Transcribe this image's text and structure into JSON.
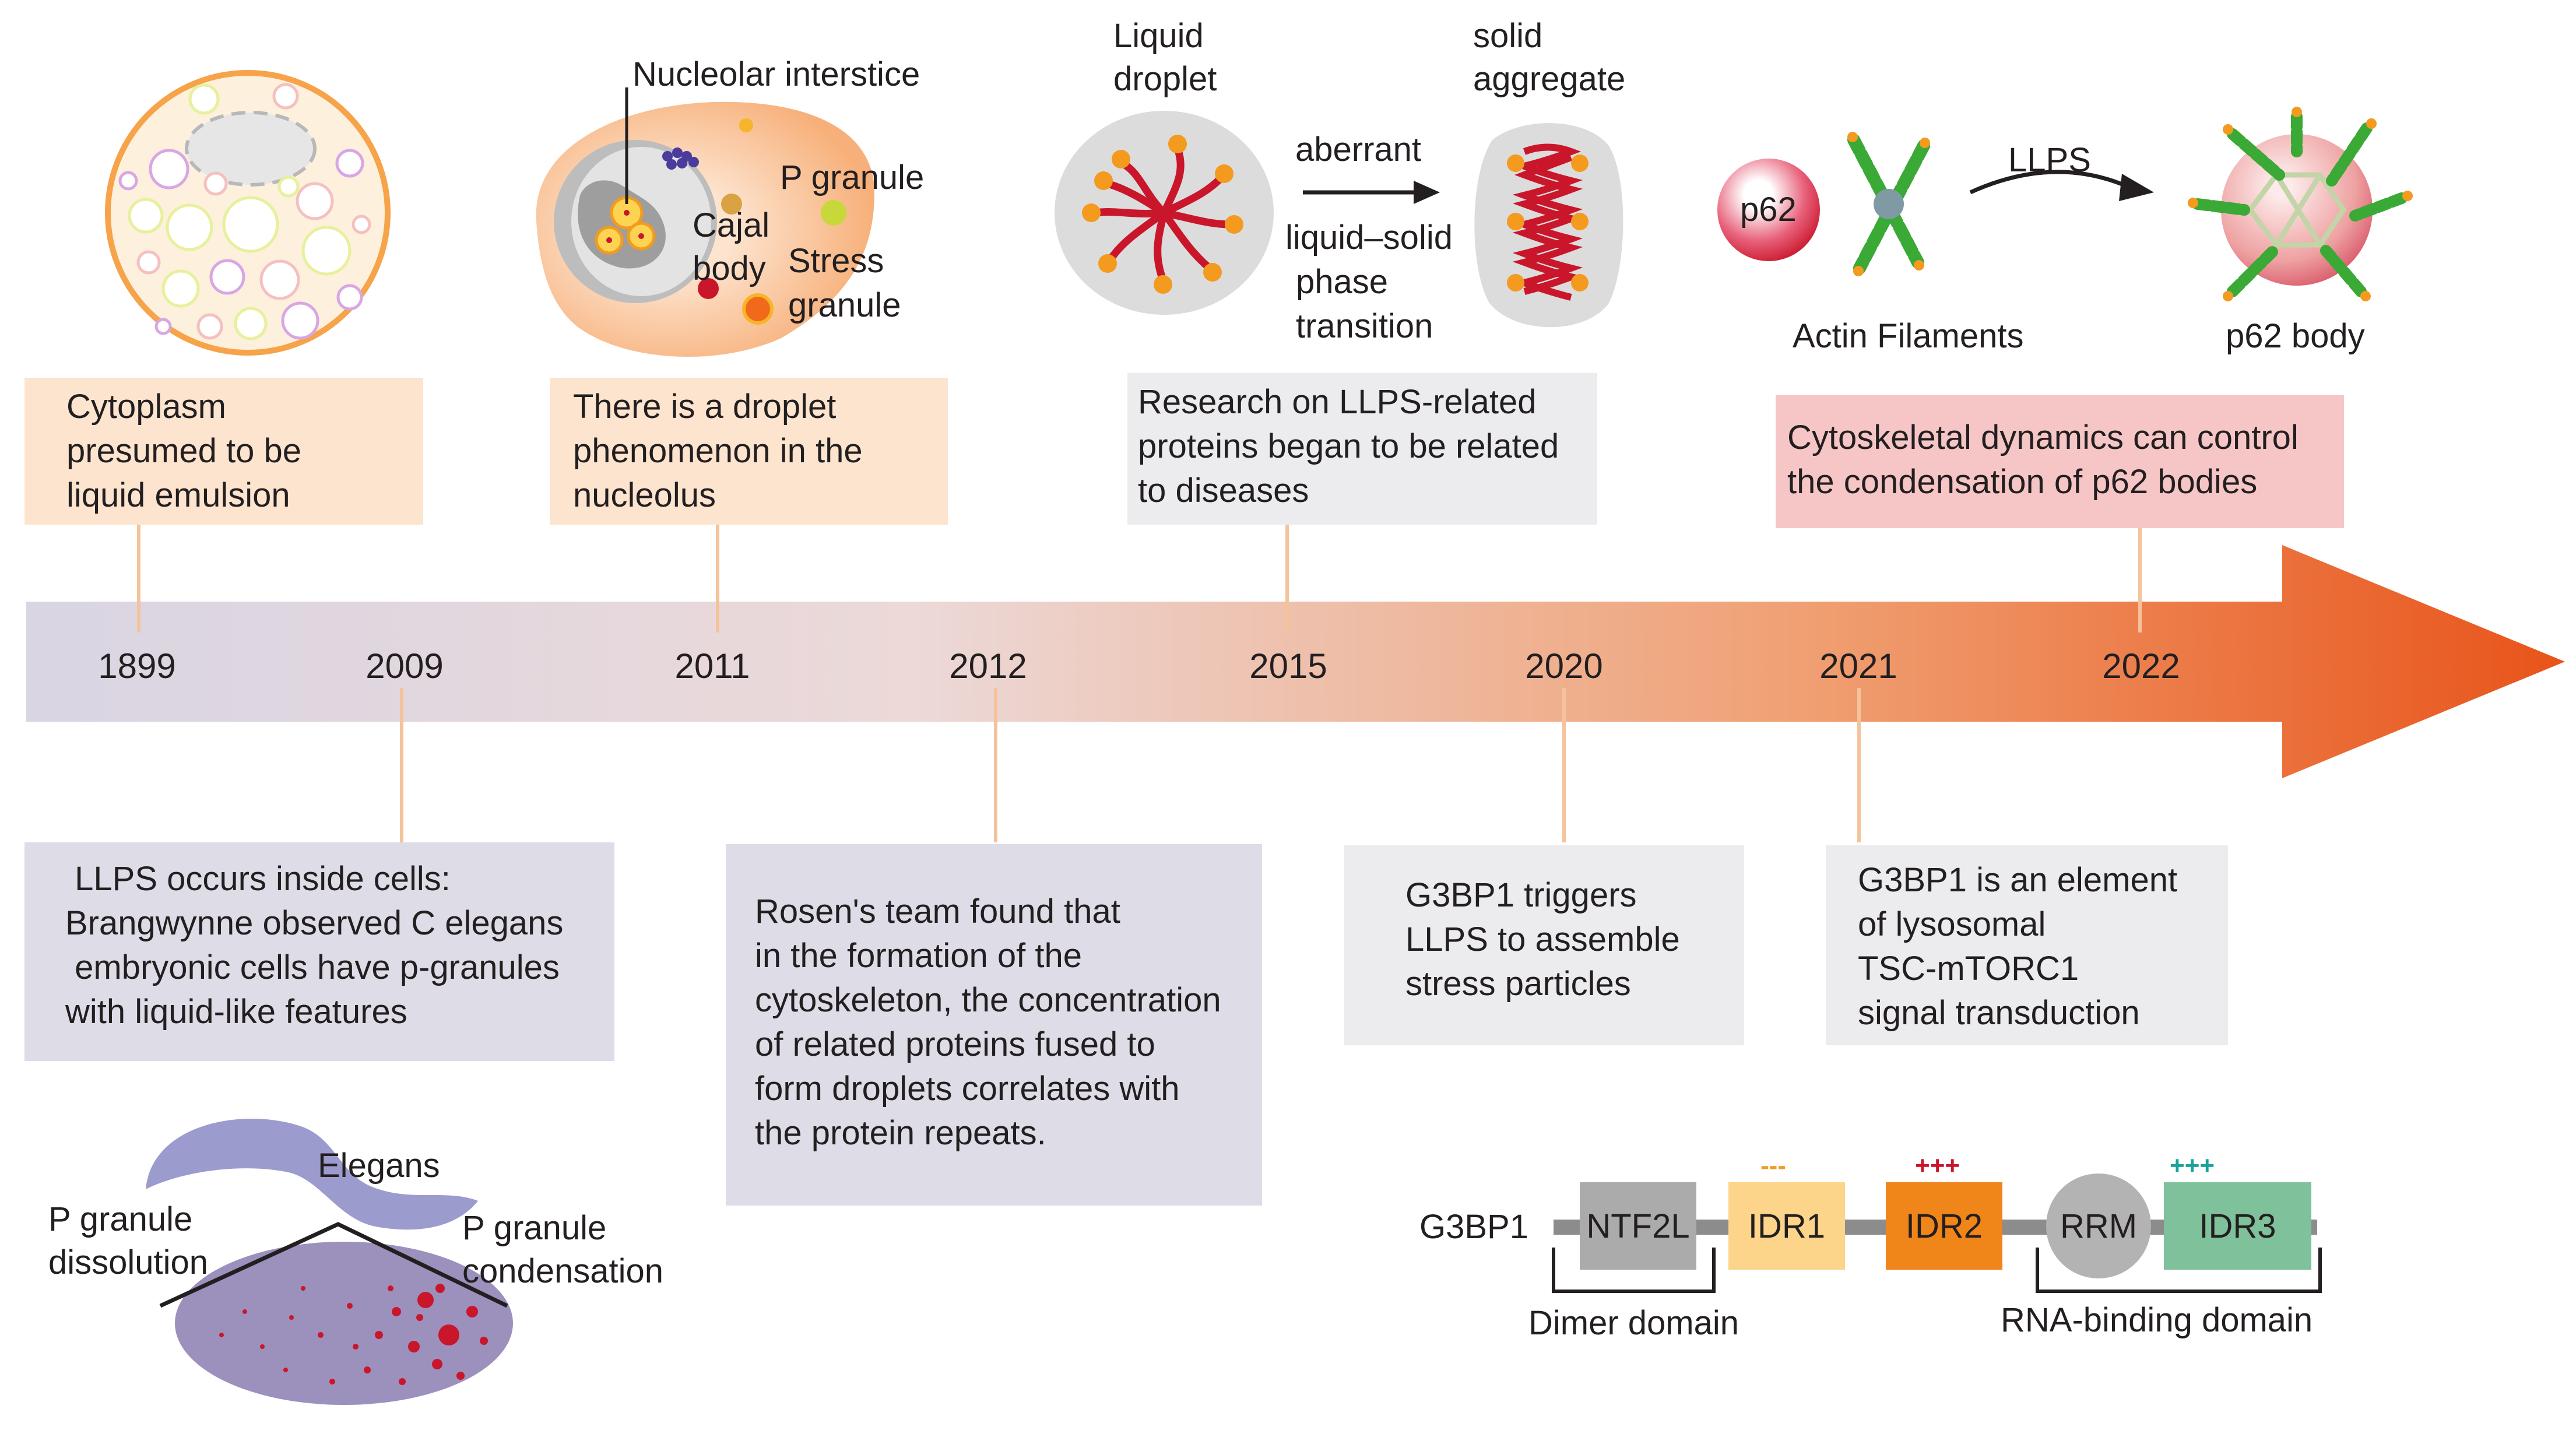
{
  "colors": {
    "arrow_start": "#d9d5e3",
    "arrow_end": "#e8541a",
    "box_peach": "#fde4cf",
    "box_gray": "#ececee",
    "box_pink": "#f6c6c6",
    "box_lavender": "#dedce6",
    "connector": "#f4c39b",
    "red": "#c9162b",
    "orange": "#f39a1f"
  },
  "timeline": {
    "years": [
      "1899",
      "2009",
      "2011",
      "2012",
      "2015",
      "2020",
      "2021",
      "2022"
    ]
  },
  "top_events": [
    {
      "year": "1899",
      "lines": [
        "Cytoplasm",
        "presumed to be",
        "liquid emulsion"
      ]
    },
    {
      "year": "2011",
      "lines": [
        "There is a droplet",
        "phenomenon in the",
        "nucleolus"
      ]
    },
    {
      "year": "2015",
      "lines": [
        "Research on LLPS-related",
        "proteins began to be related",
        "to diseases"
      ]
    },
    {
      "year": "2022",
      "lines": [
        "Cytoskeletal dynamics can control",
        "the condensation of p62 bodies"
      ]
    }
  ],
  "bottom_events": [
    {
      "year": "2009",
      "lines": [
        " LLPS occurs inside cells:",
        "Brangwynne observed C elegans",
        " embryonic cells have p-granules",
        "with liquid-like features"
      ]
    },
    {
      "year": "2012",
      "lines": [
        "Rosen's team found that",
        "in the formation of the",
        "cytoskeleton, the concentration",
        "of related proteins fused to",
        "form droplets correlates with",
        "the protein repeats."
      ]
    },
    {
      "year": "2020",
      "lines": [
        "G3BP1 triggers",
        "LLPS to assemble",
        "stress particles"
      ]
    },
    {
      "year": "2021",
      "lines": [
        "G3BP1 is an element",
        "of lysosomal",
        "TSC-mTORC1",
        "signal transduction"
      ]
    }
  ],
  "illustrations": {
    "nucleolus": {
      "nucleolar_interstice": "Nucleolar interstice",
      "p_granule": "P granule",
      "cajal_body": [
        "Cajal",
        "body"
      ],
      "stress_granule": [
        "Stress",
        "granule"
      ]
    },
    "phase_transition": {
      "liquid_droplet": [
        "Liquid",
        "droplet"
      ],
      "solid_aggregate": [
        "solid",
        "aggregate"
      ],
      "arrow_label": [
        "aberrant"
      ],
      "arrow_sublabel": [
        "liquid–solid",
        "phase",
        "transition"
      ]
    },
    "p62": {
      "p62": "p62",
      "llps": "LLPS",
      "actin_filaments": "Actin Filaments",
      "p62_body": "p62 body"
    },
    "elegans": {
      "elegans": "Elegans",
      "dissolution": [
        "P granule",
        "dissolution"
      ],
      "condensation": [
        "P granule",
        "condensation"
      ]
    }
  },
  "g3bp1": {
    "label": "G3BP1",
    "domains": [
      {
        "name": "NTF2L",
        "charge": "",
        "fill": "#ababab"
      },
      {
        "name": "IDR1",
        "charge": "---",
        "fill": "#fcd58a"
      },
      {
        "name": "IDR2",
        "charge": "+++",
        "fill": "#f08519"
      },
      {
        "name": "RRM",
        "charge": "",
        "fill": "#b3b3b3"
      },
      {
        "name": "IDR3",
        "charge": "+++",
        "fill": "#7fc19a"
      }
    ],
    "dimer_domain": "Dimer domain",
    "rna_binding_domain": "RNA-binding domain"
  }
}
